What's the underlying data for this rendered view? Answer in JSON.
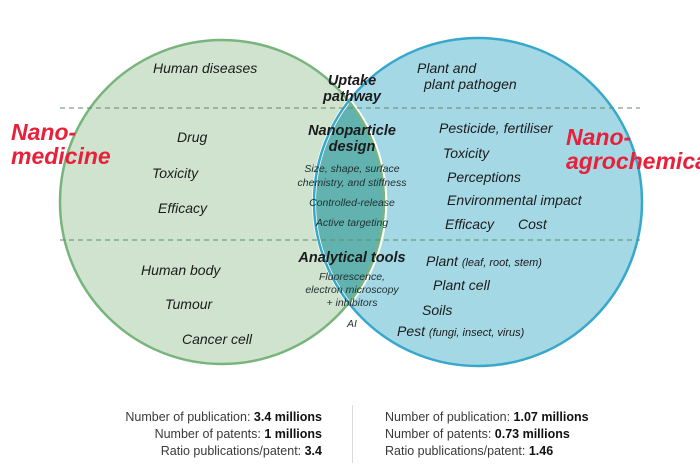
{
  "colors": {
    "left_fill": "#cfe3cf",
    "left_stroke": "#78b47c",
    "right_fill": "#a5d8e5",
    "right_stroke": "#37a8cc",
    "overlap_fill": "#62b3b0",
    "title_red": "#e8203a"
  },
  "left": {
    "title_line1": "Nano-",
    "title_line2": "medicine",
    "items": [
      "Human diseases",
      "Drug",
      "Toxicity",
      "Efficacy",
      "Human body",
      "Tumour",
      "Cancer cell"
    ]
  },
  "right": {
    "title_line1": "Nano-",
    "title_line2": "agrochemical",
    "plant_line1": "Plant and",
    "plant_line2": "plant pathogen",
    "items": [
      "Pesticide, fertiliser",
      "Toxicity",
      "Perceptions",
      "Environmental impact",
      "Efficacy",
      "Cost"
    ],
    "plant_label": "Plant",
    "plant_detail": "(leaf, root, stem)",
    "plant_cell": "Plant cell",
    "soils": "Soils",
    "pest_label": "Pest",
    "pest_detail": "(fungi, insect, virus)"
  },
  "center": {
    "uptake_line1": "Uptake",
    "uptake_line2": "pathway",
    "design_line1": "Nanoparticle",
    "design_line2": "design",
    "design_sub1": "Size, shape, surface",
    "design_sub2": "chemistry, and stiffness",
    "design_sub3": "Controlled-release",
    "design_sub4": "Active targeting",
    "tools_title": "Analytical tools",
    "tools_sub1": "Fluorescence,",
    "tools_sub2": "electron microscopy",
    "tools_sub3": "+ inhibitors",
    "tools_sub4": "AI"
  },
  "stats": {
    "left": {
      "publications_label": "Number of publication: ",
      "publications_value": "3.4 millions",
      "patents_label": "Number of patents: ",
      "patents_value": "1 millions",
      "ratio_label": "Ratio publications/patent: ",
      "ratio_value": "3.4"
    },
    "right": {
      "publications_label": "Number of publication: ",
      "publications_value": "1.07 millions",
      "patents_label": "Number of patents: ",
      "patents_value": "0.73 millions",
      "ratio_label": "Ratio publications/patent: ",
      "ratio_value": "1.46"
    }
  }
}
